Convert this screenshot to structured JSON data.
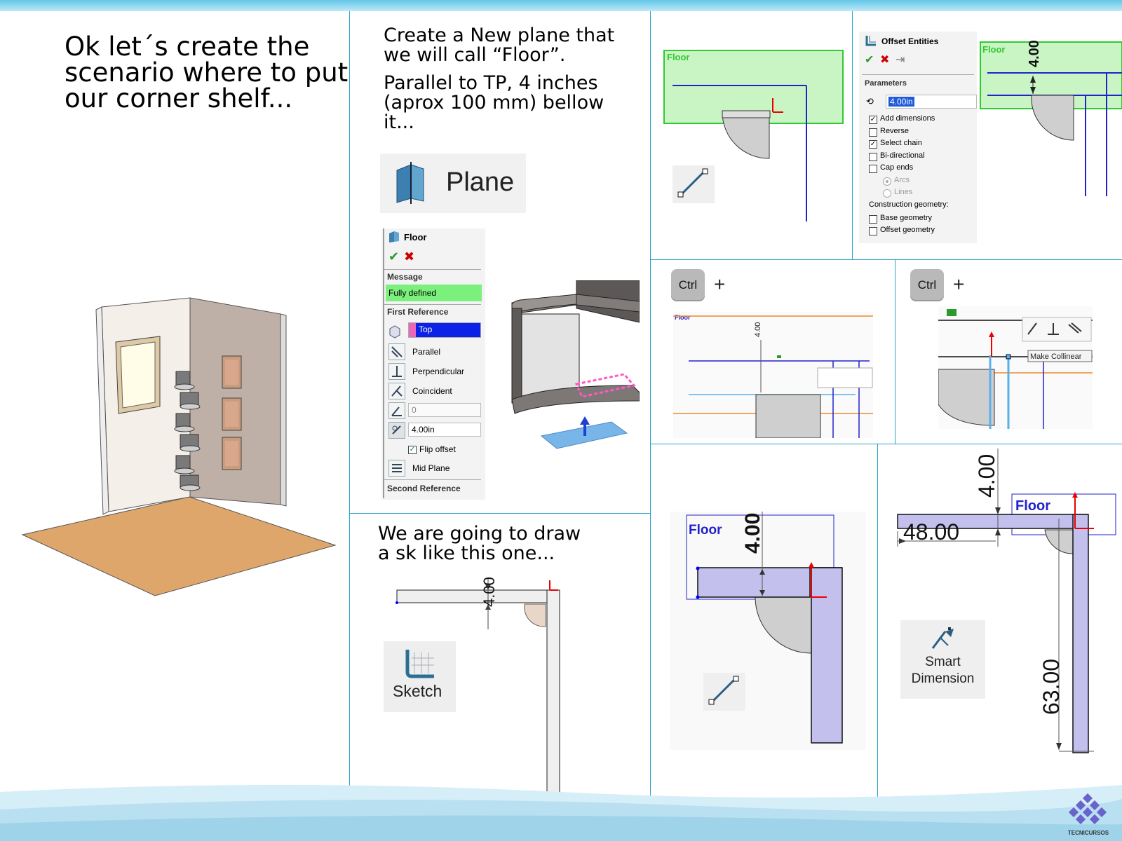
{
  "intro": {
    "text_lines": [
      "Ok let´s create the",
      "scenario where to put",
      "our corner shelf..."
    ]
  },
  "plane_section": {
    "text1_lines": [
      "Create a New plane that",
      "we will call “Floor”."
    ],
    "text2_lines": [
      "Parallel to TP, 4 inches",
      "(aprox 100 mm) bellow",
      "it..."
    ],
    "plane_button_label": "Plane"
  },
  "plane_panel": {
    "title": "Floor",
    "message_header": "Message",
    "message_text": "Fully defined",
    "first_reference_header": "First Reference",
    "reference_value": "Top",
    "options": [
      "Parallel",
      "Perpendicular",
      "Coincident"
    ],
    "angle_value": "0",
    "distance_value": "4.00in",
    "flip_offset_label": "Flip offset",
    "flip_offset_checked": true,
    "mid_plane_label": "Mid Plane",
    "second_reference_header": "Second Reference"
  },
  "sketch_section": {
    "text_lines": [
      "We are going to draw",
      "a sk like this one..."
    ],
    "sketch_button_label": "Sketch",
    "dimension_label": "4.00"
  },
  "offset_section": {
    "floor_label": "Floor",
    "panel_title": "Offset Entities",
    "parameters_header": "Parameters",
    "offset_value": "4.00in",
    "checkboxes": [
      {
        "label": "Add dimensions",
        "checked": true
      },
      {
        "label": "Reverse",
        "checked": false
      },
      {
        "label": "Select chain",
        "checked": true
      },
      {
        "label": "Bi-directional",
        "checked": false
      },
      {
        "label": "Cap ends",
        "checked": false
      }
    ],
    "cap_options": [
      {
        "label": "Arcs",
        "selected": true
      },
      {
        "label": "Lines",
        "selected": false
      }
    ],
    "construction_header": "Construction geometry:",
    "construction_checkboxes": [
      {
        "label": "Base geometry",
        "checked": false
      },
      {
        "label": "Offset geometry",
        "checked": false
      }
    ],
    "dimension_label": "4.00"
  },
  "ctrl_section": {
    "key_label": "Ctrl",
    "plus": "+",
    "floor_label_small": "Floor",
    "dimension_label": "4.00",
    "tooltip": "Make Collinear"
  },
  "result_section": {
    "floor_label": "Floor",
    "dimension_label": "4.00"
  },
  "smart_dim_section": {
    "floor_label": "Floor",
    "dim_top": "4.00",
    "dim_width": "48.00",
    "dim_height": "63.00",
    "button_label_lines": [
      "Smart",
      "Dimension"
    ]
  },
  "brand": {
    "logo_text": "TECNICURSOS"
  }
}
